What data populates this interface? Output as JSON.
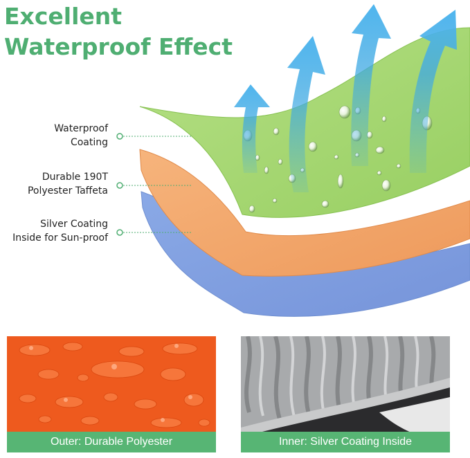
{
  "header": {
    "title_line1": "Excellent",
    "title_line2": "Waterproof Effect"
  },
  "layers": [
    {
      "line1": "Waterproof",
      "line2": "Coating",
      "color": "#a7d873"
    },
    {
      "line1": "Durable 190T",
      "line2": "Polyester Taffeta",
      "color": "#f2a56d"
    },
    {
      "line1": "Silver Coating",
      "line2": "Inside for Sun-proof",
      "color": "#7f9fde"
    }
  ],
  "panels": {
    "outer_caption": "Outer: Durable Polyester",
    "inner_caption": "Inner: Silver Coating Inside"
  },
  "colors": {
    "accent_green": "#4fae72",
    "caption_green": "#57b574",
    "outer_fabric": "#ee5a1e",
    "inner_fabric": "#a8aaac",
    "arrow_blue": "#3fa9e3"
  },
  "icons": [
    "water-droplet-icon",
    "moisture-arrow-icon"
  ]
}
